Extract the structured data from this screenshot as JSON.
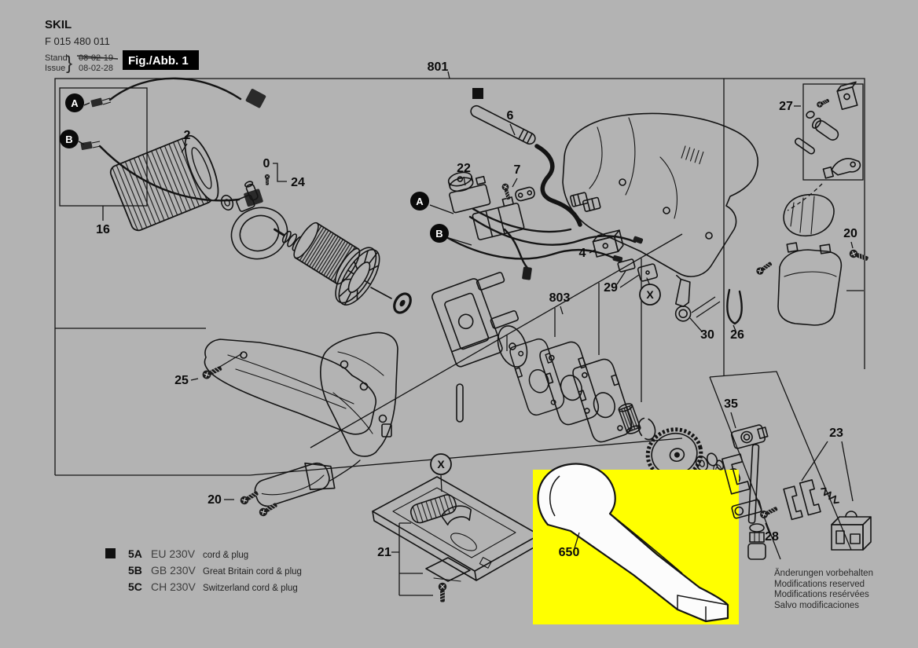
{
  "header": {
    "brand": "SKIL",
    "model_number": "F 015 480 011",
    "stand_label": "Stand",
    "issue_label": "Issue",
    "brace": "}",
    "date_old": "08-02-19",
    "date_new": "08-02-28",
    "figure_label": "Fig./Abb. 1"
  },
  "callouts": {
    "801": "801",
    "803": "803",
    "16": "16",
    "2": "2",
    "0": "0",
    "24": "24",
    "22": "22",
    "6": "6",
    "7": "7",
    "27": "27",
    "20": "20",
    "4": "4",
    "29": "29",
    "30": "30",
    "26": "26",
    "25": "25",
    "21": "21",
    "650": "650",
    "35": "35",
    "28": "28",
    "23": "23",
    "x_ref": "X",
    "a_ref": "A",
    "b_ref": "B"
  },
  "legend": {
    "items": [
      {
        "code": "5A",
        "voltage": "EU 230V",
        "description": "cord & plug"
      },
      {
        "code": "5B",
        "voltage": "GB 230V",
        "description": "Great Britain cord & plug"
      },
      {
        "code": "5C",
        "voltage": "CH 230V",
        "description": "Switzerland cord & plug"
      }
    ]
  },
  "footer_notes": {
    "lines": [
      "Änderungen vorbehalten",
      "Modifications reserved",
      "Modifications resérvées",
      "Salvo modificaciones"
    ]
  },
  "colors": {
    "background": "#b3b3b3",
    "line": "#141414",
    "highlight": "#ffff00",
    "figure_label_bg": "#000000",
    "figure_label_fg": "#ffffff"
  }
}
